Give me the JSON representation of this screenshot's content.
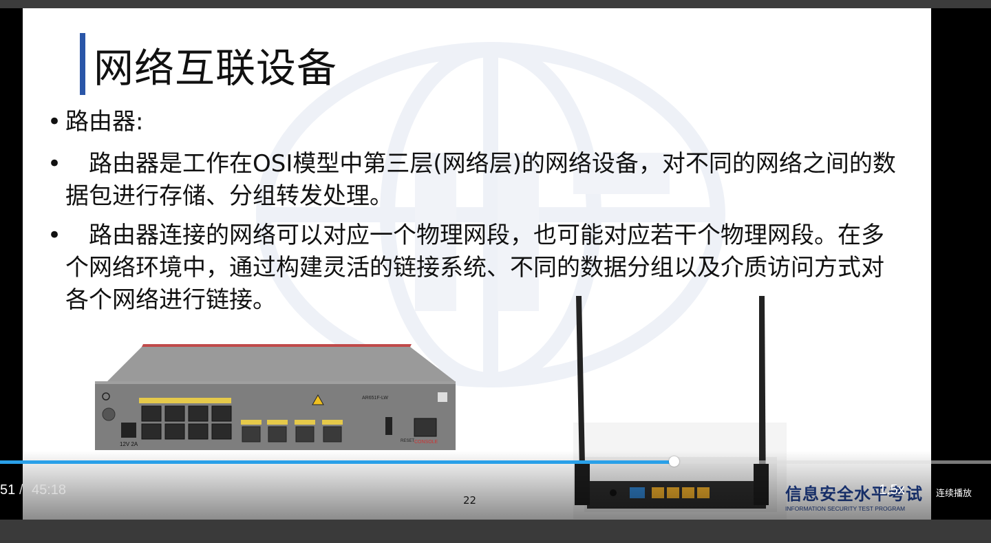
{
  "slide": {
    "title": "网络互联设备",
    "bullets": [
      {
        "marker": "•",
        "text": "路由器:"
      },
      {
        "marker": "•",
        "text": "　路由器是工作在OSI模型中第三层(网络层)的网络设备，对不同的网络之间的数据包进行存储、分组转发处理。"
      },
      {
        "marker": "•",
        "text": "　路由器连接的网络可以对应一个物理网段，也可能对应若干个物理网段。在多个网络环境中，通过构建灵活的链接系统、不同的数据分组以及介质访问方式对各个网络进行链接。"
      }
    ],
    "page_number": "22",
    "brand": {
      "cn": "信息安全水平考试",
      "en": "INFORMATION SECURITY TEST PROGRAM"
    },
    "router_labels": {
      "model": "AR651F-LW",
      "console": "CONSOLE",
      "reset": "RESET",
      "power": "12V 2A"
    }
  },
  "player": {
    "time_current": "51",
    "time_separator": "/",
    "time_total": "45:18",
    "progress": 0.68,
    "speed_label": "1.5x",
    "autoplay_label": "连续播放",
    "accent_color": "#2aa0e8"
  }
}
